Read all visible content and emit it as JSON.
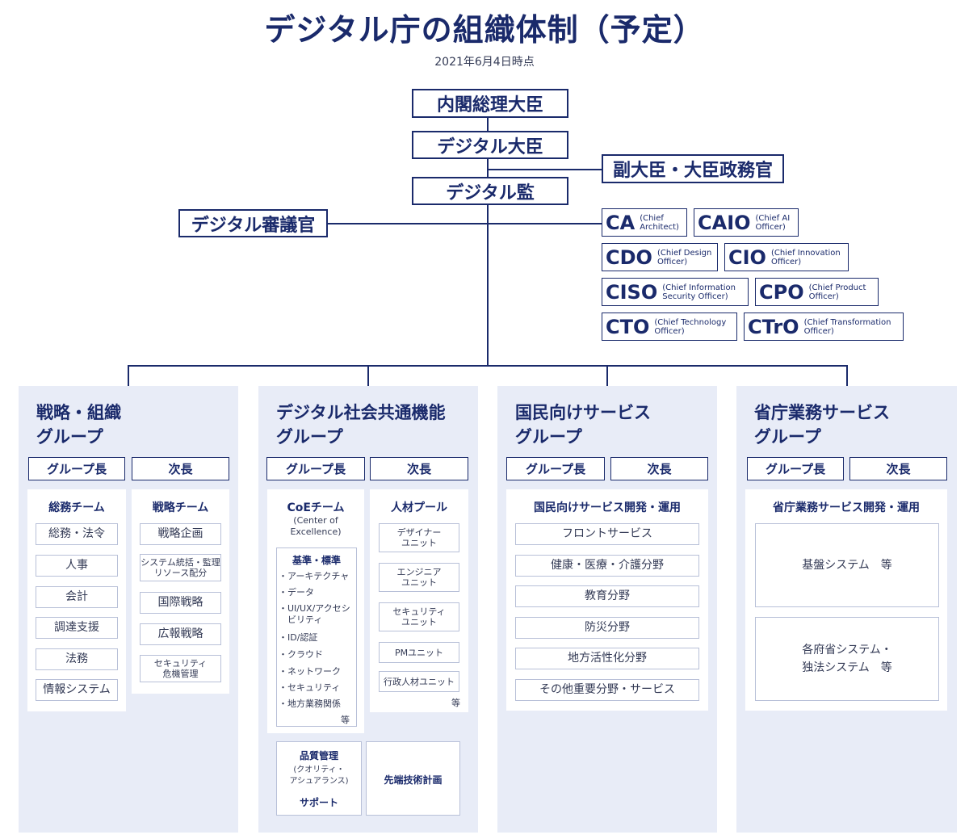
{
  "title": "デジタル庁の組織体制（予定）",
  "date": "2021年6月4日時点",
  "hierarchy": {
    "pm": "内閣総理大臣",
    "minister": "デジタル大臣",
    "vice": "副大臣・大臣政務官",
    "director": "デジタル監",
    "councilor": "デジタル審議官"
  },
  "chiefs": [
    {
      "abbr": "CA",
      "desc": "(Chief\nArchitect)"
    },
    {
      "abbr": "CAIO",
      "desc": "(Chief AI\nOfficer)"
    },
    {
      "abbr": "CDO",
      "desc": "(Chief Design\nOfficer)"
    },
    {
      "abbr": "CIO",
      "desc": "(Chief Innovation\nOfficer)"
    },
    {
      "abbr": "CISO",
      "desc": "(Chief Information\nSecurity Officer)"
    },
    {
      "abbr": "CPO",
      "desc": "(Chief Product\nOfficer)"
    },
    {
      "abbr": "CTO",
      "desc": "(Chief Technology\nOfficer)"
    },
    {
      "abbr": "CTrO",
      "desc": "(Chief Transformation\nOfficer)"
    }
  ],
  "roles": {
    "head": "グループ長",
    "deputy": "次長"
  },
  "groups": {
    "strategy": {
      "title": "戦略・組織\nグループ",
      "team1": {
        "title": "総務チーム",
        "items": [
          "総務・法令",
          "人事",
          "会計",
          "調達支援",
          "法務",
          "情報システム"
        ]
      },
      "team2": {
        "title": "戦略チーム",
        "items": [
          "戦略企画",
          "システム統括・監理\nリソース配分",
          "国際戦略",
          "広報戦略",
          "セキュリティ\n危機管理"
        ]
      }
    },
    "common": {
      "title": "デジタル社会共通機能\nグループ",
      "coe": {
        "title": "CoEチーム",
        "sub": "(Center of\nExcellence)",
        "std_title": "基準・標準",
        "bullets": [
          "・アーキテクチャ",
          "・データ",
          "・UI/UX/アクセシ\n　ビリティ",
          "・ID/認証",
          "・クラウド",
          "・ネットワーク",
          "・セキュリティ",
          "・地方業務関係"
        ],
        "etc": "等"
      },
      "talent": {
        "title": "人材プール",
        "items": [
          "デザイナー\nユニット",
          "エンジニア\nユニット",
          "セキュリティ\nユニット",
          "PMユニット",
          "行政人材ユニット"
        ],
        "etc": "等"
      },
      "quality": {
        "title": "品質管理",
        "sub": "(クオリティ・\nアシュアランス)",
        "bottom": "サポート"
      },
      "advanced": "先端技術計画"
    },
    "citizen": {
      "title": "国民向けサービス\nグループ",
      "panel_title": "国民向けサービス開発・運用",
      "items": [
        "フロントサービス",
        "健康・医療・介護分野",
        "教育分野",
        "防災分野",
        "地方活性化分野",
        "その他重要分野・サービス"
      ]
    },
    "ministry": {
      "title": "省庁業務サービス\nグループ",
      "panel_title": "省庁業務サービス開発・運用",
      "items": [
        "基盤システム　等",
        "各府省システム・\n独法システム　等"
      ]
    }
  }
}
